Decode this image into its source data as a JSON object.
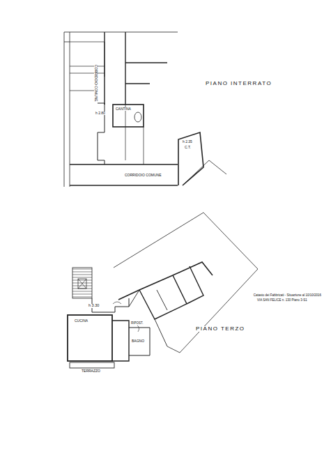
{
  "diagram": {
    "labels": [
      "PIANO INTERRATO",
      "CORRIDOIO COMUNE",
      "CANTINA",
      "h 2.80",
      "h 2.35",
      "C.T.",
      "CORRIDOIO COMUNE",
      "Catasto dei Fabbricati - Situazione al 10/10/2016",
      "VIA SAN FELICE n. 130 Piano 3-S1",
      "h 3.30",
      "CUCINA",
      "RIPOST.",
      "BAGNO",
      "TERRAZZO",
      "PIANO TERZO"
    ]
  }
}
